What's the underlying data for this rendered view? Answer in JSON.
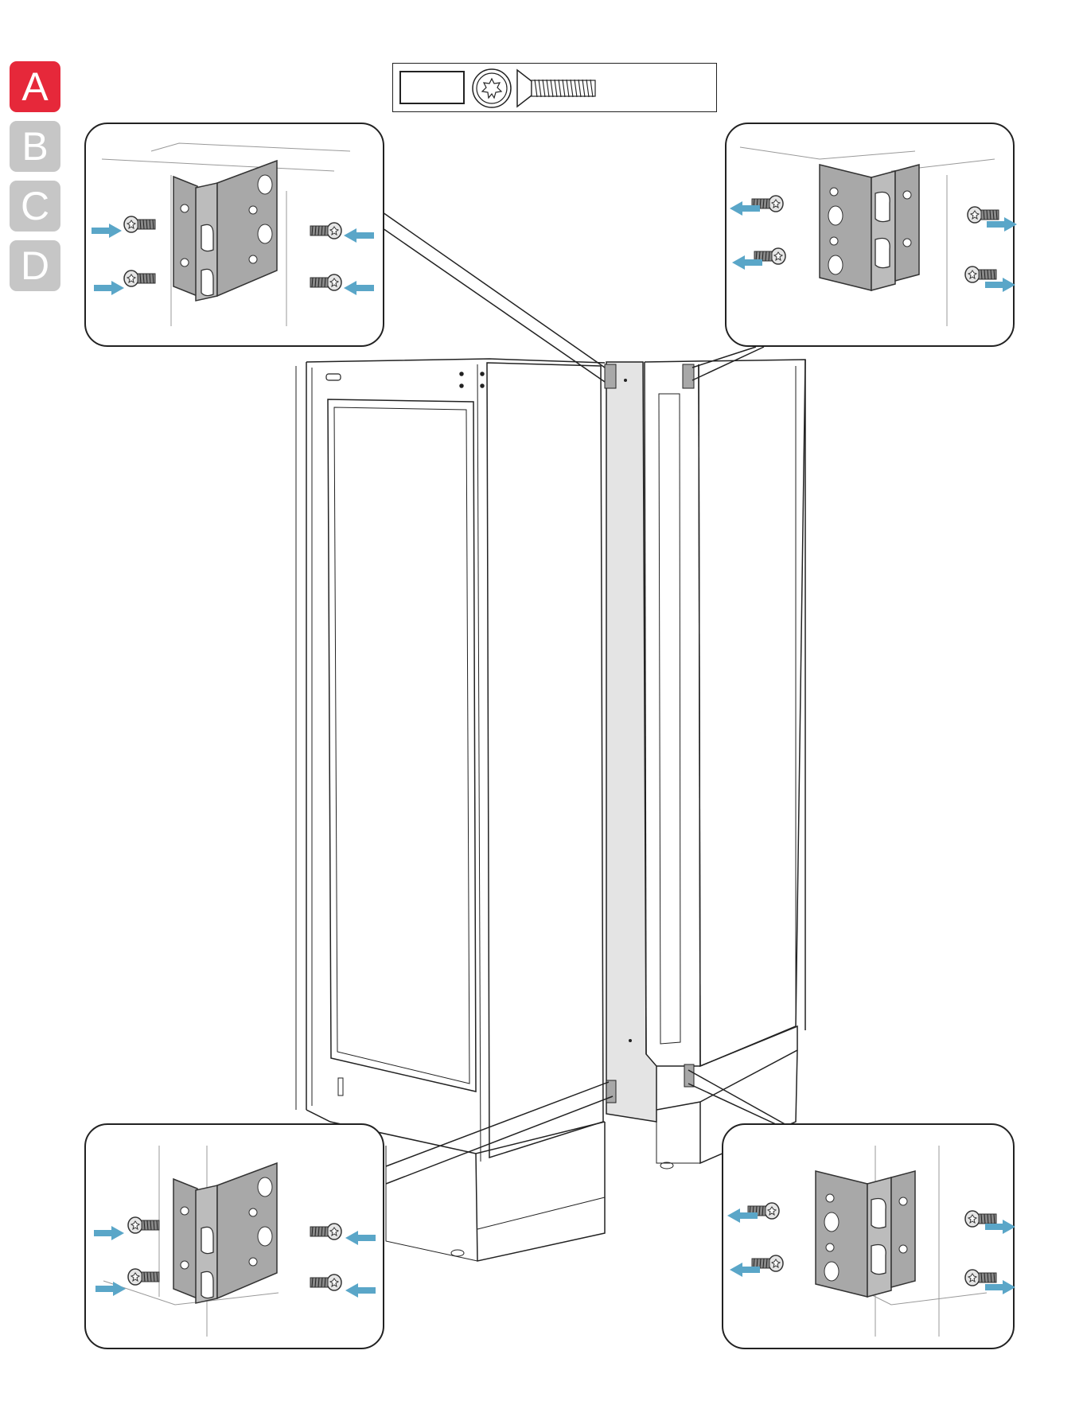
{
  "steps": {
    "tabs": [
      {
        "label": "A",
        "active": true
      },
      {
        "label": "B",
        "active": false
      },
      {
        "label": "C",
        "active": false
      },
      {
        "label": "D",
        "active": false
      }
    ]
  },
  "parts": {
    "quantity": "",
    "tool_icon": "torx-drive-icon",
    "fastener_icon": "countersunk-screw-icon"
  },
  "detail_views": [
    {
      "name": "top-left-hinge-detail",
      "screws": 4
    },
    {
      "name": "top-right-hinge-detail",
      "screws": 4
    },
    {
      "name": "bottom-left-hinge-detail",
      "screws": 4
    },
    {
      "name": "bottom-right-hinge-detail",
      "screws": 4
    }
  ],
  "colors": {
    "active_step": "#e6283a",
    "inactive_step": "#c6c6c6",
    "arrow": "#5aa6c8",
    "bracket": "#a8a8a8",
    "panel": "#e4e4e4"
  }
}
